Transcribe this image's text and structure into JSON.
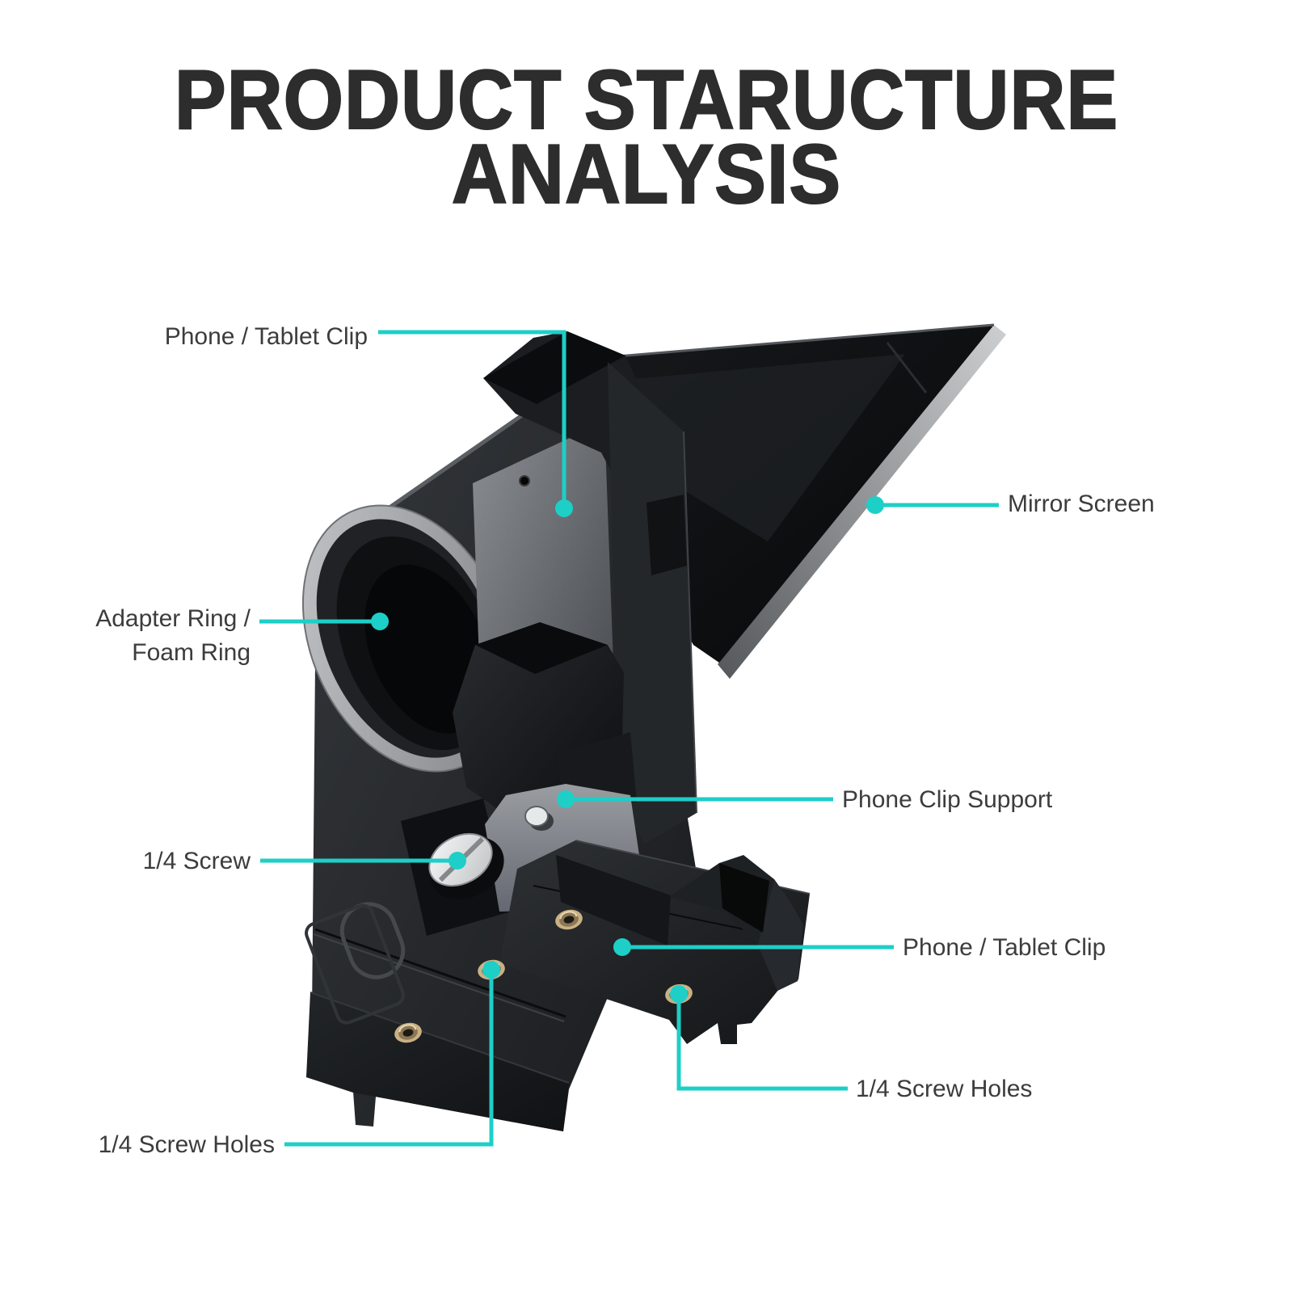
{
  "title": {
    "line1": "PRODUCT STARUCTURE",
    "line2": "ANALYSIS"
  },
  "colors": {
    "accent": "#1dcfc7",
    "title_text": "#2d2d2d",
    "label_text": "#3c3c3c",
    "device_body": "#202327",
    "mirror_panel": "#0a0b0c",
    "ring_rim": "#a6a8aa",
    "brass_insert": "#c9b185",
    "screw_silver": "#f0f1f2",
    "background": "#ffffff"
  },
  "callouts": {
    "phone_tablet_clip_top": {
      "label": "Phone / Tablet Clip"
    },
    "mirror_screen": {
      "label": "Mirror Screen"
    },
    "adapter_ring": {
      "label_line1": "Adapter Ring /",
      "label_line2": "Foam Ring"
    },
    "quarter_screw": {
      "label": "1/4 Screw"
    },
    "phone_clip_support": {
      "label": "Phone Clip Support"
    },
    "phone_tablet_clip_bottom": {
      "label": "Phone / Tablet Clip"
    },
    "quarter_screw_holes_right": {
      "label": "1/4 Screw Holes"
    },
    "quarter_screw_holes_left": {
      "label": "1/4 Screw Holes"
    }
  }
}
